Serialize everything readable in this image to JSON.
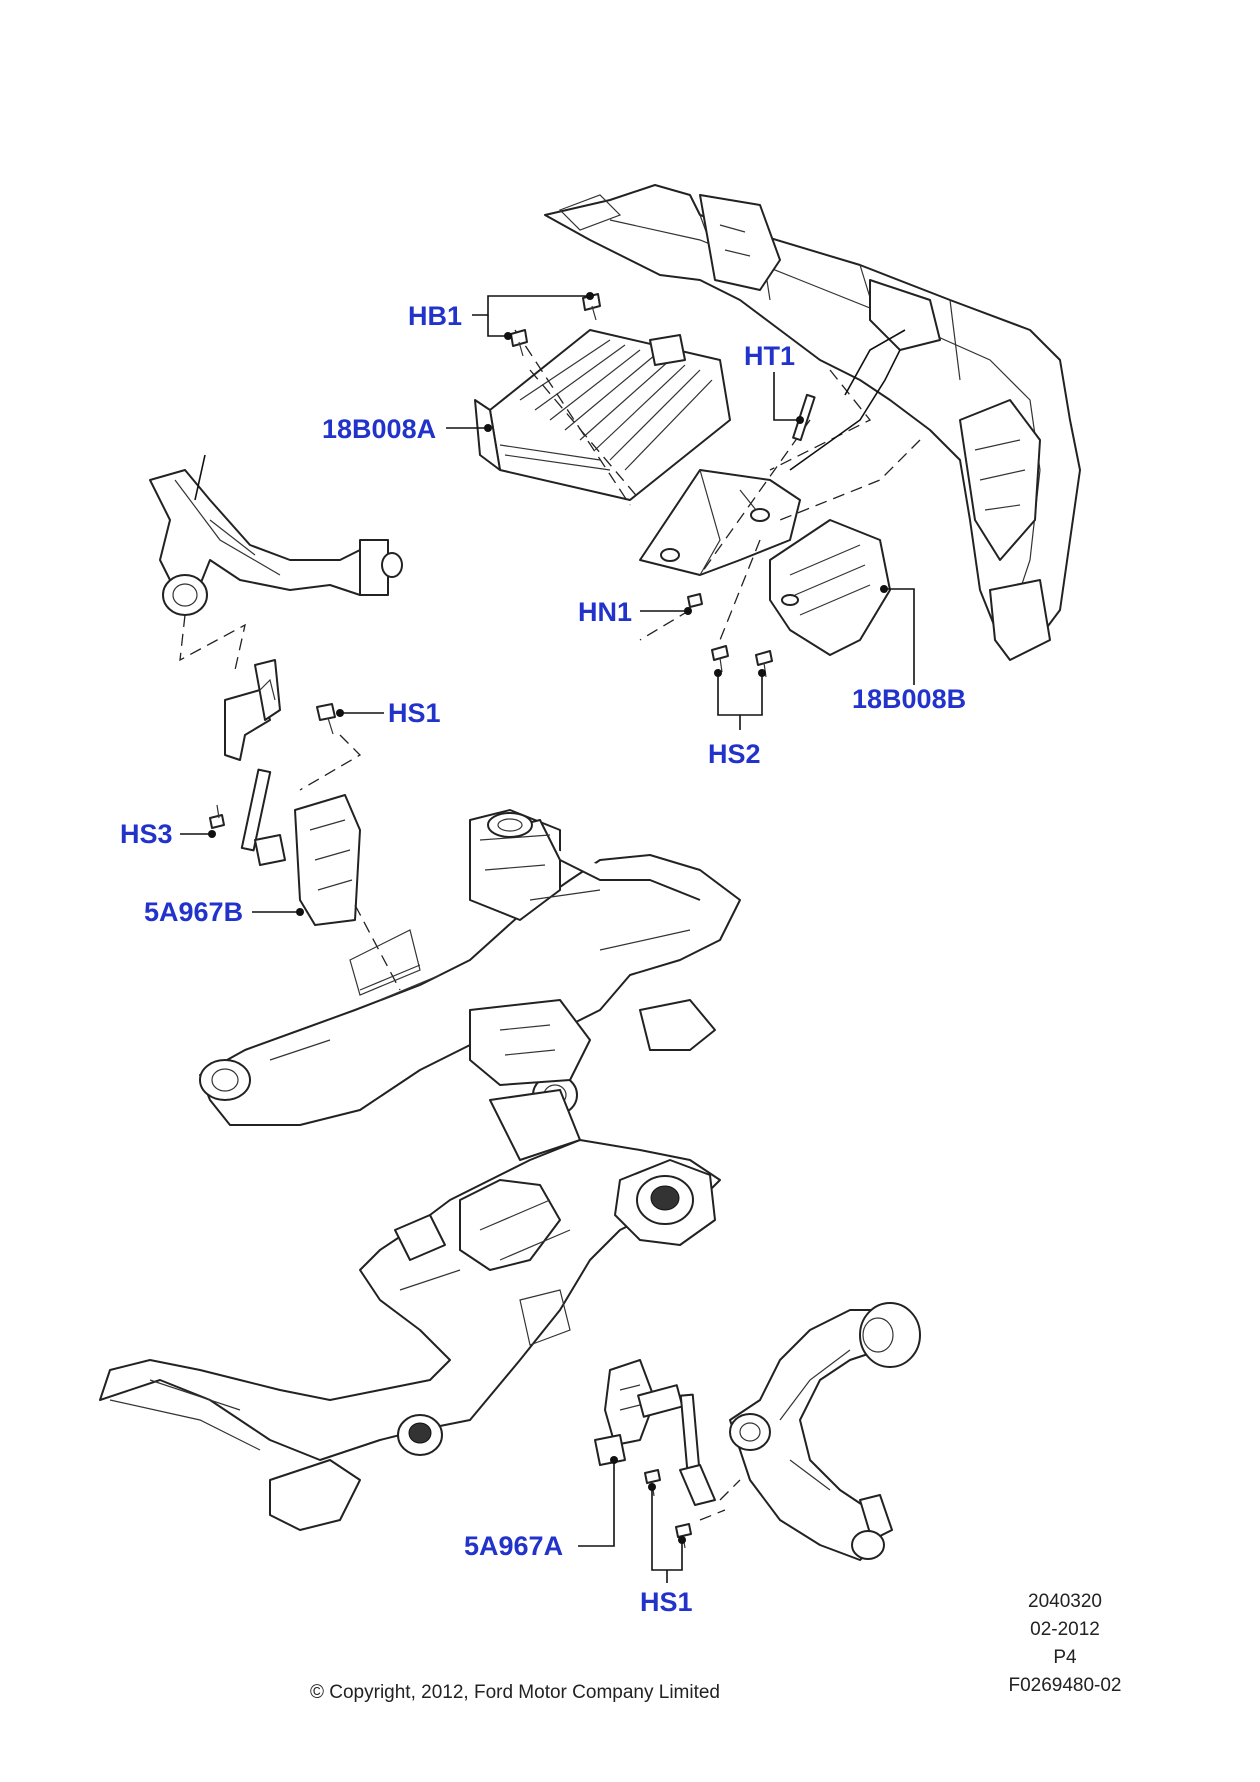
{
  "callouts": {
    "hb1": "HB1",
    "b18b008a": "18B008A",
    "ht1": "HT1",
    "hn1": "HN1",
    "b18b008b": "18B008B",
    "hs2": "HS2",
    "hs1_top": "HS1",
    "hs3": "HS3",
    "a5a967b": "5A967B",
    "a5a967a": "5A967A",
    "hs1_bottom": "HS1"
  },
  "meta": {
    "diagram_number": "2040320",
    "date": "02-2012",
    "page": "P4",
    "figure_id": "F0269480-02"
  },
  "copyright": "© Copyright, 2012, Ford Motor Company Limited",
  "colors": {
    "callout": "#2233cc",
    "line": "#111111"
  }
}
